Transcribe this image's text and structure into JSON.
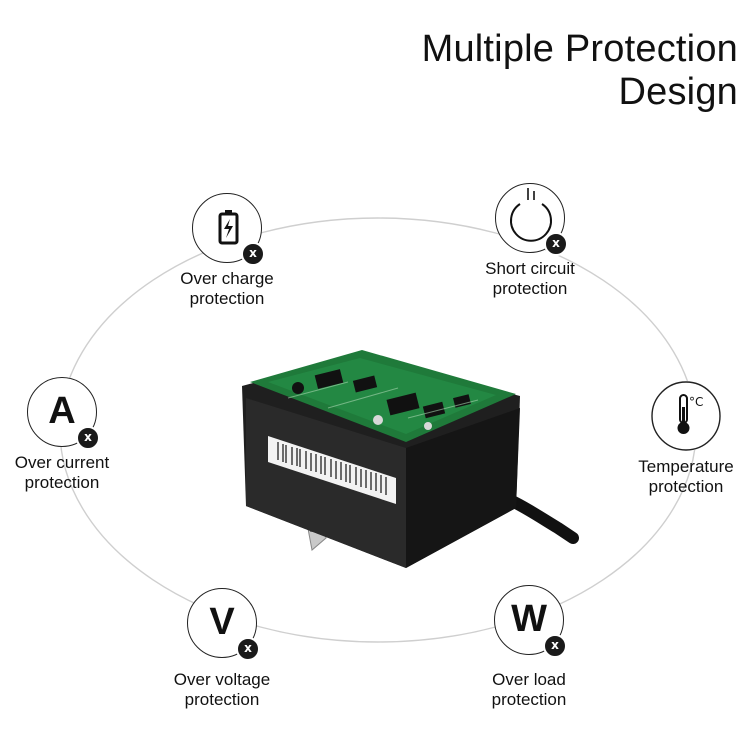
{
  "title": {
    "line1": "Multiple Protection",
    "line2": "Design"
  },
  "features": {
    "over_charge": {
      "icon": "battery-icon",
      "line1": "Over charge",
      "line2": "protection"
    },
    "short_circuit": {
      "icon": "power-icon",
      "line1": "Short circuit",
      "line2": "protection"
    },
    "over_current": {
      "icon": "ampere-icon",
      "glyph": "A",
      "line1": "Over current",
      "line2": "protection"
    },
    "temperature": {
      "icon": "thermometer-icon",
      "unit": "°C",
      "line1": "Temperature",
      "line2": "protection"
    },
    "over_voltage": {
      "icon": "volt-icon",
      "glyph": "V",
      "line1": "Over voltage",
      "line2": "protection"
    },
    "over_load": {
      "icon": "watt-icon",
      "glyph": "W",
      "line1": "Over load",
      "line2": "protection"
    }
  },
  "badge_symbol": "x",
  "colors": {
    "pcb_green": "#1f7a3a",
    "housing": "#1b1b1b",
    "ring": "#cfcfcf"
  }
}
